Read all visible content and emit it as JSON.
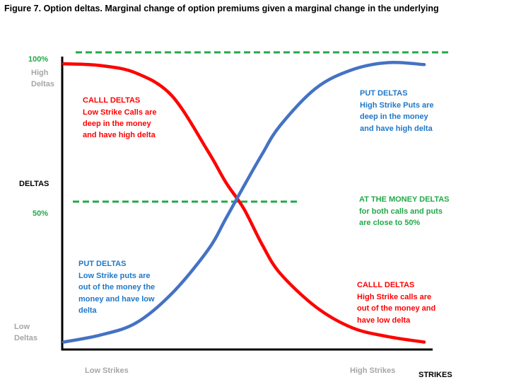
{
  "chart_data": {
    "type": "line",
    "title": "Figure 7. Option deltas. Marginal change of option premiums given a marginal change in the underlying",
    "ylabel": "DELTAS",
    "xlabel": "STRIKES",
    "x_ticks": [
      "Low  Strikes",
      "High Strikes"
    ],
    "y_ticks": [
      {
        "label": "100%",
        "value": 100
      },
      {
        "label": "50%",
        "value": 50
      }
    ],
    "y_side_labels": {
      "high": [
        "High",
        "Deltas"
      ],
      "low": [
        "Low",
        "Deltas"
      ]
    },
    "ylim": [
      0,
      100
    ],
    "xlim": [
      0,
      100
    ],
    "grid": false,
    "reference_lines": [
      {
        "value": 100,
        "color": "#22a84a",
        "style": "dashed",
        "x_end": 100
      },
      {
        "value": 50,
        "color": "#22a84a",
        "style": "dashed",
        "x_end": 68
      }
    ],
    "series": [
      {
        "color": "#ff0000",
        "x": [
          0,
          10,
          20,
          30,
          40,
          45,
          50,
          55,
          60,
          70,
          80,
          90,
          100
        ],
        "y": [
          98.5,
          97.9,
          95.3,
          87.4,
          68.1,
          57.2,
          48.0,
          35.7,
          25.6,
          13.8,
          6.6,
          3.5,
          1.6
        ]
      },
      {
        "color": "#4472c4",
        "x": [
          0,
          10,
          20,
          30,
          40,
          45,
          50,
          55,
          60,
          70,
          80,
          90,
          100
        ],
        "y": [
          1.6,
          4.0,
          8.2,
          18.5,
          33.6,
          44.6,
          55.9,
          66.9,
          76.9,
          90.0,
          96.4,
          98.9,
          98.2
        ]
      }
    ],
    "annotations": [
      {
        "color": "#ff0000",
        "lines": [
          "CALLL DELTAS",
          "Low Strike Calls are",
          "deep in the money",
          "and have high delta"
        ]
      },
      {
        "color": "#1f78c8",
        "lines": [
          "PUT DELTAS",
          "High Strike Puts are",
          "deep in the money",
          "and have high delta"
        ]
      },
      {
        "color": "#22a84a",
        "lines": [
          "AT THE MONEY DELTAS",
          "for both calls and puts",
          "are close to  50%"
        ]
      },
      {
        "color": "#1f78c8",
        "lines": [
          "PUT DELTAS",
          "Low Strike puts are",
          "out of the money  the",
          "money and have low",
          "delta"
        ]
      },
      {
        "color": "#ff0000",
        "lines": [
          "CALLL DELTAS",
          "High Strike calls are",
          "out of the money  and",
          "have low delta"
        ]
      }
    ],
    "colors": {
      "axis": "#000000",
      "tick_label_green": "#22a84a",
      "side_label_gray": "#a6a6a6",
      "call": "#ff0000",
      "put": "#4472c4"
    }
  }
}
